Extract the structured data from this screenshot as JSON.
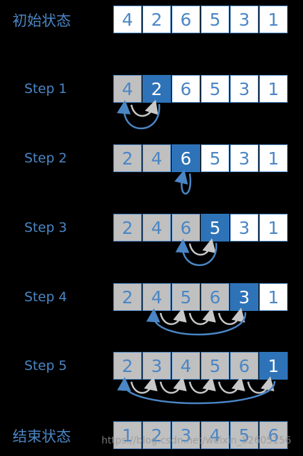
{
  "rows": [
    {
      "label": "初始状态",
      "kind": "big",
      "cells": [
        {
          "v": "4",
          "s": "white"
        },
        {
          "v": "2",
          "s": "white"
        },
        {
          "v": "6",
          "s": "white"
        },
        {
          "v": "5",
          "s": "white"
        },
        {
          "v": "3",
          "s": "white"
        },
        {
          "v": "1",
          "s": "white"
        }
      ]
    },
    {
      "label": "Step 1",
      "kind": "step",
      "cells": [
        {
          "v": "4",
          "s": "gray"
        },
        {
          "v": "2",
          "s": "blue"
        },
        {
          "v": "6",
          "s": "white"
        },
        {
          "v": "5",
          "s": "white"
        },
        {
          "v": "3",
          "s": "white"
        },
        {
          "v": "1",
          "s": "white"
        }
      ]
    },
    {
      "label": "Step 2",
      "kind": "step",
      "cells": [
        {
          "v": "2",
          "s": "gray"
        },
        {
          "v": "4",
          "s": "gray"
        },
        {
          "v": "6",
          "s": "blue"
        },
        {
          "v": "5",
          "s": "white"
        },
        {
          "v": "3",
          "s": "white"
        },
        {
          "v": "1",
          "s": "white"
        }
      ]
    },
    {
      "label": "Step 3",
      "kind": "step",
      "cells": [
        {
          "v": "2",
          "s": "gray"
        },
        {
          "v": "4",
          "s": "gray"
        },
        {
          "v": "6",
          "s": "gray"
        },
        {
          "v": "5",
          "s": "blue"
        },
        {
          "v": "3",
          "s": "white"
        },
        {
          "v": "1",
          "s": "white"
        }
      ]
    },
    {
      "label": "Step 4",
      "kind": "step",
      "cells": [
        {
          "v": "2",
          "s": "gray"
        },
        {
          "v": "4",
          "s": "gray"
        },
        {
          "v": "5",
          "s": "gray"
        },
        {
          "v": "6",
          "s": "gray"
        },
        {
          "v": "3",
          "s": "blue"
        },
        {
          "v": "1",
          "s": "white"
        }
      ]
    },
    {
      "label": "Step 5",
      "kind": "step",
      "cells": [
        {
          "v": "2",
          "s": "gray"
        },
        {
          "v": "3",
          "s": "gray"
        },
        {
          "v": "4",
          "s": "gray"
        },
        {
          "v": "5",
          "s": "gray"
        },
        {
          "v": "6",
          "s": "gray"
        },
        {
          "v": "1",
          "s": "blue"
        }
      ]
    },
    {
      "label": "结束状态",
      "kind": "big",
      "cells": [
        {
          "v": "1",
          "s": "gray"
        },
        {
          "v": "2",
          "s": "gray"
        },
        {
          "v": "3",
          "s": "gray"
        },
        {
          "v": "4",
          "s": "gray"
        },
        {
          "v": "5",
          "s": "gray"
        },
        {
          "v": "6",
          "s": "gray"
        }
      ]
    }
  ],
  "arrows": [
    {
      "row": 1,
      "blue": {
        "from": 1,
        "to": 0
      },
      "gray": []
    },
    {
      "row": 2,
      "blue": {
        "from": 2,
        "to": 2
      },
      "gray": []
    },
    {
      "row": 3,
      "blue": {
        "from": 3,
        "to": 2
      },
      "gray": [
        2
      ]
    },
    {
      "row": 4,
      "blue": {
        "from": 4,
        "to": 1
      },
      "gray": [
        1,
        2,
        3
      ]
    },
    {
      "row": 5,
      "blue": {
        "from": 5,
        "to": 0
      },
      "gray": [
        0,
        1,
        2,
        3,
        4
      ]
    }
  ],
  "colors": {
    "accent": "#4a86c5",
    "current": "#2e73b8",
    "sorted": "#c0c0c0",
    "unsorted": "#ffffff",
    "gray_arrow": "#c8c8c8",
    "blue_arrow": "#4a86c5"
  },
  "watermark": "https://blog.csdn.net/weixin_52605156"
}
